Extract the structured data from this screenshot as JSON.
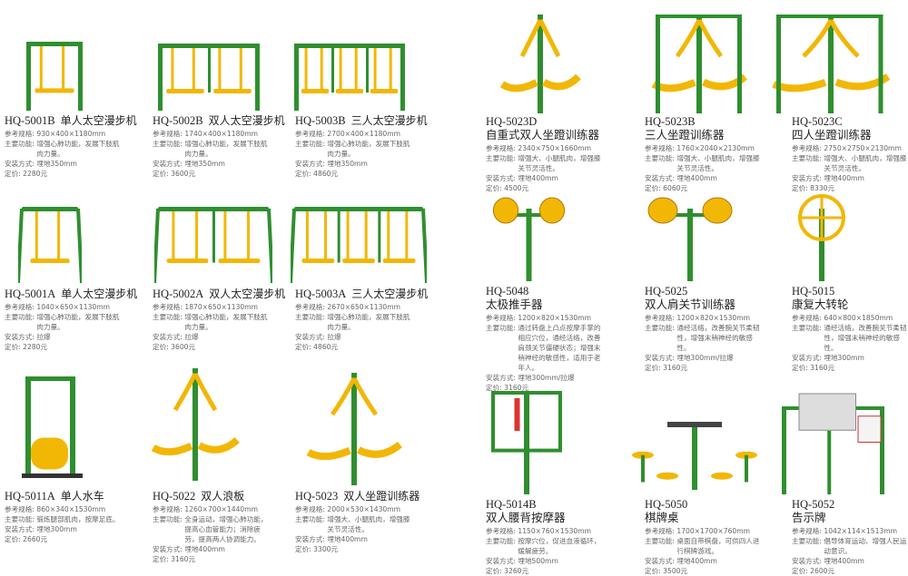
{
  "labels": {
    "spec": "参考规格:",
    "function": "主要功能:",
    "install": "安装方式:",
    "price": "定价:"
  },
  "colors": {
    "frame_green": "#2f8f2f",
    "part_yellow": "#f2b705"
  },
  "products": [
    {
      "code": "HQ-5001B",
      "name": "单人太空漫步机",
      "spec": "930×400×1180mm",
      "function": "增强心肺功能，发展下肢肌肉力量。",
      "install": "埋地350mm",
      "price": "2280元",
      "icon": "walker-1"
    },
    {
      "code": "HQ-5002B",
      "name": "双人太空漫步机",
      "spec": "1740×400×1180mm",
      "function": "增强心肺功能，发展下肢肌肉力量。",
      "install": "埋地350mm",
      "price": "3600元",
      "icon": "walker-2"
    },
    {
      "code": "HQ-5003B",
      "name": "三人太空漫步机",
      "spec": "2700×400×1180mm",
      "function": "增强心肺功能，发展下肢肌肉力量。",
      "install": "埋地350mm",
      "price": "4860元",
      "icon": "walker-3"
    },
    {
      "code": "HQ-5001A",
      "name": "单人太空漫步机",
      "spec": "1040×650×1130mm",
      "function": "增强心肺功能，发展下肢肌肉力量。",
      "install": "拉爆",
      "price": "2280元",
      "icon": "walker-a-1"
    },
    {
      "code": "HQ-5002A",
      "name": "双人太空漫步机",
      "spec": "1870×650×1130mm",
      "function": "增强心肺功能，发展下肢肌肉力量。",
      "install": "拉爆",
      "price": "3600元",
      "icon": "walker-a-2"
    },
    {
      "code": "HQ-5003A",
      "name": "三人太空漫步机",
      "spec": "2670×650×1130mm",
      "function": "增强心肺功能，发展下肢肌肉力量。",
      "install": "拉爆",
      "price": "4860元",
      "icon": "walker-a-3"
    },
    {
      "code": "HQ-5011A",
      "name": "单人水车",
      "spec": "860×340×1530mm",
      "function": "锻炼腿部肌肉，按摩足底。",
      "install": "埋地300mm",
      "price": "2660元",
      "icon": "water-wheel"
    },
    {
      "code": "HQ-5022",
      "name": "双人浪板",
      "spec": "1260×700×1440mm",
      "function": "全身运动，增强心肺功能，提高心血管能力；消除疲劳，提高两人协调能力。",
      "install": "埋地400mm",
      "price": "3160元",
      "icon": "wave-board"
    },
    {
      "code": "HQ-5023",
      "name": "双人坐蹬训练器",
      "spec": "2000×530×1430mm",
      "function": "增强大、小腿肌肉，增强膝关节灵活性。",
      "install": "埋地400mm",
      "price": "3300元",
      "icon": "seat-press"
    },
    {
      "code": "HQ-5023D",
      "name": "自重式双人坐蹬训练器",
      "spec": "2340×750×1660mm",
      "function": "增强大、小腿肌肉，增强膝关节灵活性。",
      "install": "埋地400mm",
      "price": "4500元",
      "icon": "seat-press"
    },
    {
      "code": "HQ-5023B",
      "name": "三人坐蹬训练器",
      "spec": "1760×2040×2130mm",
      "function": "增强大、小腿肌肉，增强膝关节灵活性。",
      "install": "埋地400mm",
      "price": "6060元",
      "icon": "seat-press-3"
    },
    {
      "code": "HQ-5023C",
      "name": "四人坐蹬训练器",
      "spec": "2750×2750×2130mm",
      "function": "增强大、小腿肌肉，增强膝关节灵活性。",
      "install": "埋地400mm",
      "price": "8330元",
      "icon": "seat-press-4"
    },
    {
      "code": "HQ-5048",
      "name": "太极推手器",
      "spec": "1200×820×1530mm",
      "function": "通过转盘上凸点按摩手掌的相应穴位，通经活络，改善肩颈关节僵硬状态；增强末稍神经的敏感性，适用于老年人。",
      "install": "埋地300mm/拉爆",
      "price": "3160元",
      "icon": "tai-chi-discs"
    },
    {
      "code": "HQ-5025",
      "name": "双人肩关节训练器",
      "spec": "1200×820×1530mm",
      "function": "通经活络，改善腕关节柔韧性，增强末稍神经的敏感性。",
      "install": "埋地300mm/拉爆",
      "price": "3160元",
      "icon": "shoulder-discs"
    },
    {
      "code": "HQ-5015",
      "name": "康复大转轮",
      "spec": "640×800×1850mm",
      "function": "通经活络，改善腕关节柔韧性，增强末稍神经的敏感性。",
      "install": "埋地300mm",
      "price": "3160元",
      "icon": "big-wheel"
    },
    {
      "code": "HQ-5014B",
      "name": "双人腰背按摩器",
      "spec": "1150×760×1530mm",
      "function": "按摩穴位，促进血液循环，缓解疲劳。",
      "install": "埋地500mm",
      "price": "3260元",
      "icon": "back-massager"
    },
    {
      "code": "HQ-5050",
      "name": "棋牌桌",
      "spec": "1700×1700×760mm",
      "function": "桌面自带棋盘，可供四人进行棋牌游戏。",
      "install": "埋地400mm",
      "price": "3500元",
      "icon": "chess-table"
    },
    {
      "code": "HQ-5052",
      "name": "告示牌",
      "spec": "1042×114×1513mm",
      "function": "倡导体育运动、增强人民运动意识。",
      "install": "埋地400mm",
      "price": "2600元",
      "icon": "notice-board"
    }
  ]
}
